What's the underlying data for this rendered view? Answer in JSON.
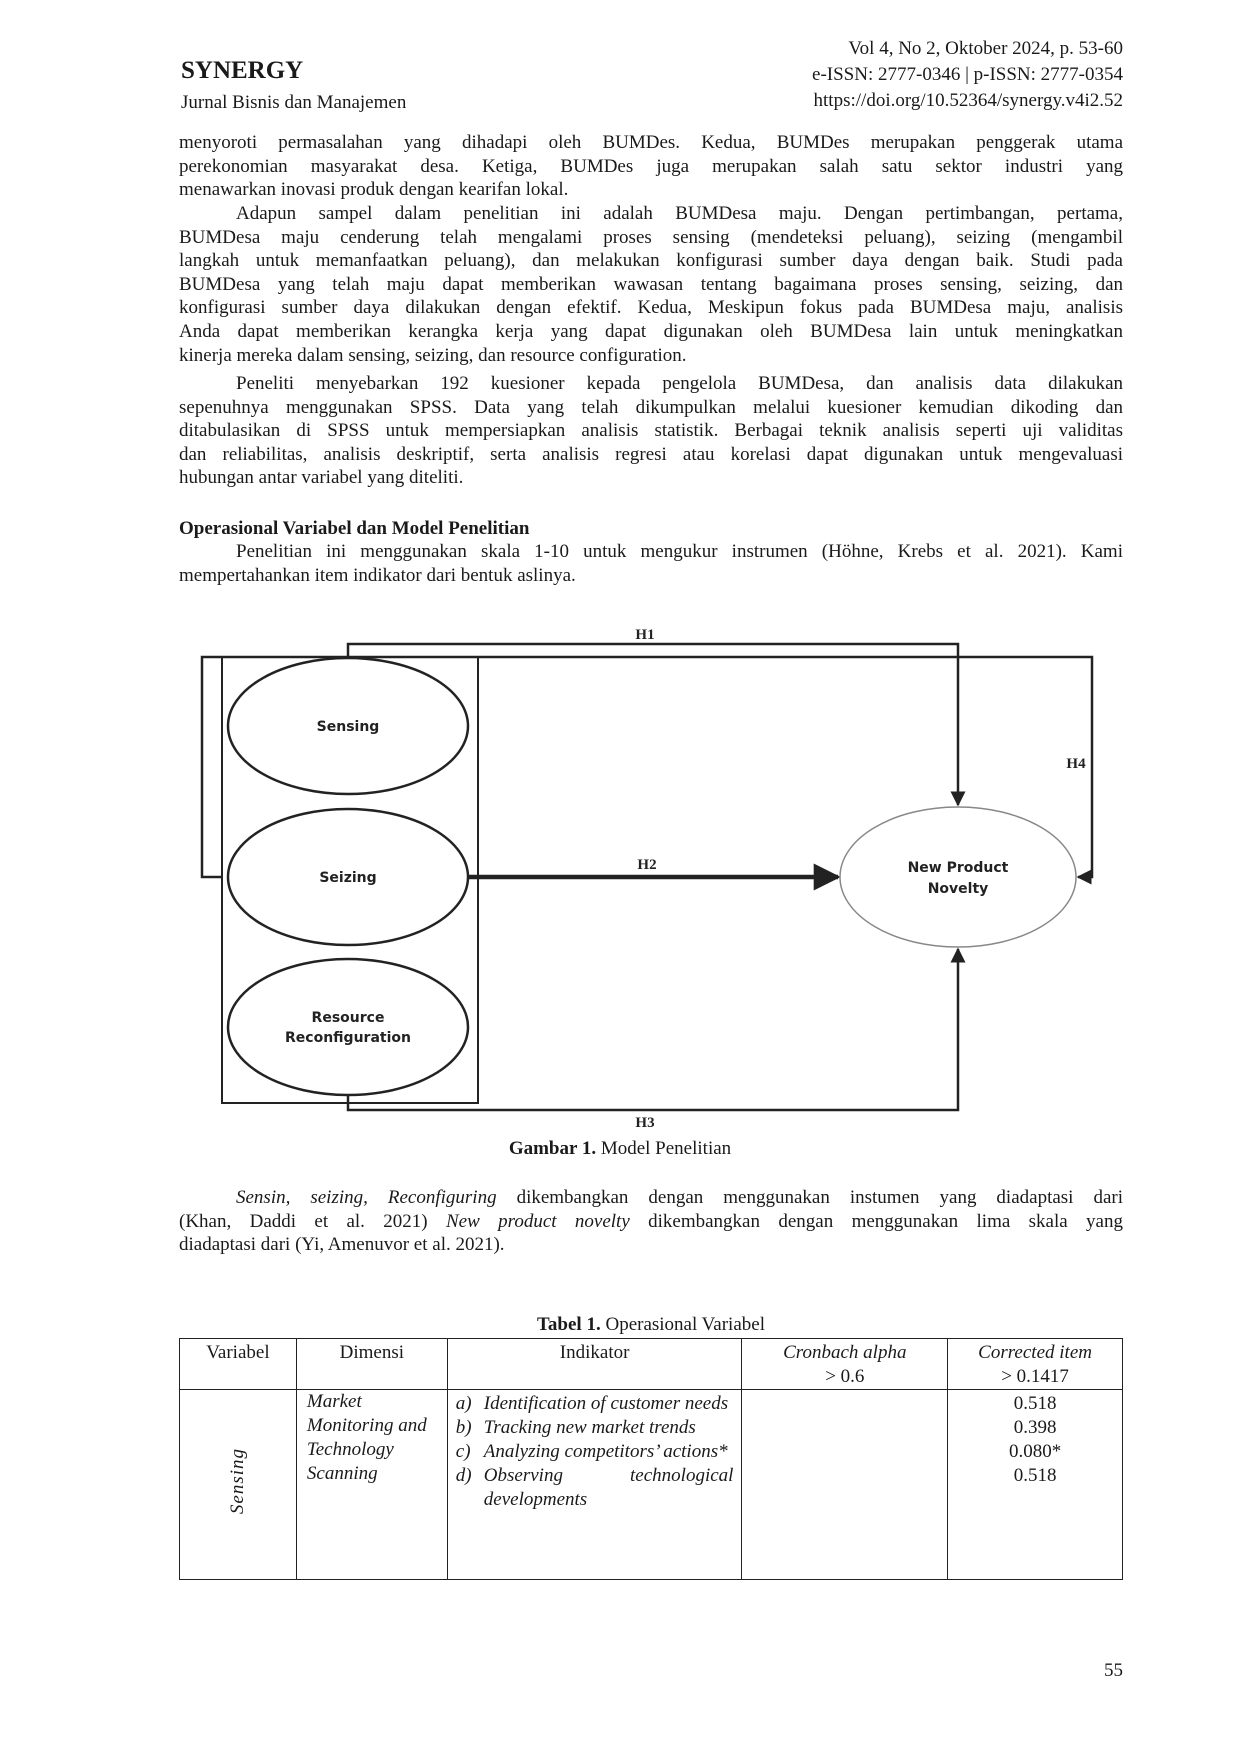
{
  "header": {
    "journal": "SYNERGY",
    "subtitle": "Jurnal Bisnis dan Manajemen",
    "volume": "Vol 4, No 2, Oktober 2024, p. 53-60",
    "issn": "e-ISSN: 2777-0346 | p-ISSN: 2777-0354",
    "doi": "https://doi.org/10.52364/synergy.v4i2.52"
  },
  "paragraphs": {
    "p1": [
      "menyoroti permasalahan yang dihadapi oleh BUMDes. Kedua, BUMDes merupakan penggerak utama",
      "perekonomian masyarakat desa. Ketiga, BUMDes juga merupakan salah satu sektor industri yang",
      "menawarkan inovasi produk dengan kearifan lokal."
    ],
    "p2": [
      "Adapun sampel dalam penelitian ini adalah BUMDesa maju. Dengan pertimbangan, pertama,",
      "BUMDesa maju cenderung telah mengalami proses sensing (mendeteksi peluang), seizing (mengambil",
      "langkah untuk memanfaatkan peluang), dan melakukan konfigurasi sumber daya dengan baik. Studi pada",
      "BUMDesa yang telah maju dapat memberikan wawasan tentang bagaimana proses sensing, seizing, dan",
      "konfigurasi sumber daya dilakukan dengan efektif. Kedua, Meskipun fokus pada BUMDesa maju, analisis",
      "Anda dapat memberikan kerangka kerja yang dapat digunakan oleh BUMDesa lain untuk meningkatkan",
      "kinerja mereka dalam sensing, seizing, dan resource configuration."
    ],
    "p3": [
      "Peneliti menyebarkan 192 kuesioner kepada pengelola BUMDesa, dan analisis data dilakukan",
      "sepenuhnya menggunakan SPSS. Data yang telah dikumpulkan melalui kuesioner kemudian dikoding dan",
      "ditabulasikan di SPSS untuk mempersiapkan analisis statistik. Berbagai teknik analisis seperti uji validitas",
      "dan reliabilitas, analisis deskriptif, serta analisis regresi atau korelasi dapat digunakan untuk mengevaluasi",
      "hubungan antar variabel yang diteliti."
    ],
    "heading": "Operasional Variabel dan Model Penelitian",
    "p4": [
      "Penelitian ini menggunakan skala 1-10 untuk mengukur instrumen (Höhne, Krebs et al. 2021). Kami",
      "mempertahankan item indikator dari bentuk aslinya."
    ],
    "p5": {
      "l1_italic": "Sensin, seizing, Reconfiguring",
      "l1_rest": " dikembangkan dengan menggunakan instumen yang diadaptasi dari",
      "l2_pre": "(Khan, Daddi et al. 2021) ",
      "l2_italic": "New product novelty",
      "l2_rest": " dikembangkan dengan menggunakan lima skala yang",
      "l3": "diadaptasi dari (Yi, Amenuvor et al. 2021)."
    }
  },
  "figure": {
    "nodes": {
      "sensing": "Sensing",
      "seizing": "Seizing",
      "resource_1": "Resource",
      "resource_2": "Reconfiguration",
      "npn_1": "New Product",
      "npn_2": "Novelty"
    },
    "edges": {
      "h1": "H1",
      "h2": "H2",
      "h3": "H3",
      "h4": "H4"
    },
    "caption_bold": "Gambar 1.",
    "caption_text": " Model Penelitian"
  },
  "table": {
    "title_bold": "Tabel 1.",
    "title_text": " Operasional Variabel",
    "headers": {
      "variabel": "Variabel",
      "dimensi": "Dimensi",
      "indikator": "Indikator",
      "cronbach_1": "Cronbach alpha",
      "cronbach_2": "> 0.6",
      "corrected_1": "Corrected item",
      "corrected_2": "> 0.1417"
    },
    "rows": [
      {
        "variabel": "Sensing",
        "dimensi": "Market Monitoring and Technology Scanning",
        "indikator": [
          {
            "label": "a)",
            "text": "Identification of customer needs"
          },
          {
            "label": "b)",
            "text": "Tracking new market trends"
          },
          {
            "label": "c)",
            "text": "Analyzing competitors’ actions*"
          },
          {
            "label": "d)",
            "text": "Observing technological developments"
          }
        ],
        "cronbach": "",
        "corrected": [
          "0.518",
          "0.398",
          "0.080*",
          "0.518"
        ]
      }
    ]
  },
  "page_number": "55"
}
